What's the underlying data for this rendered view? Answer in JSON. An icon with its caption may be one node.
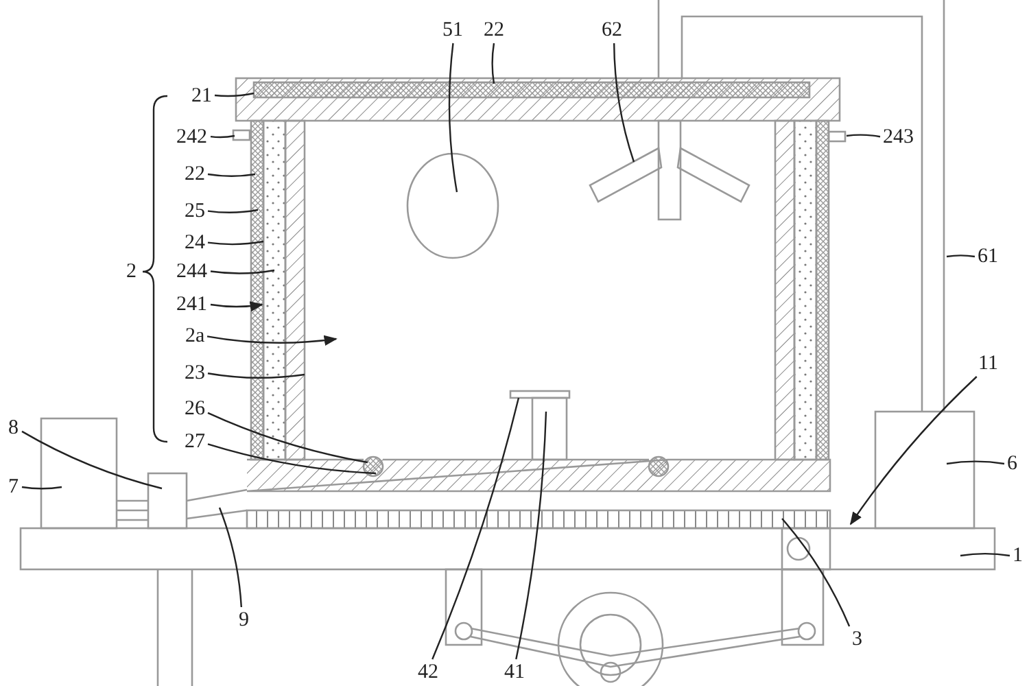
{
  "diagram": {
    "nodes": [
      {
        "text": [
          "51"
        ]
      },
      {
        "text": [
          "22"
        ]
      },
      {
        "text": [
          "62"
        ]
      },
      {
        "text": [
          "21"
        ]
      },
      {
        "text": [
          "242"
        ]
      },
      {
        "text": [
          "243"
        ]
      },
      {
        "text": [
          "22"
        ]
      },
      {
        "text": [
          "25"
        ]
      },
      {
        "text": [
          "24"
        ]
      },
      {
        "text": [
          "244"
        ]
      },
      {
        "text": [
          "241"
        ]
      },
      {
        "text": [
          "2a"
        ]
      },
      {
        "text": [
          "23"
        ]
      },
      {
        "text": [
          "26"
        ]
      },
      {
        "text": [
          "27"
        ]
      },
      {
        "text": [
          "8"
        ]
      },
      {
        "text": [
          "61"
        ]
      },
      {
        "text": [
          "7"
        ]
      },
      {
        "text": [
          "11"
        ]
      },
      {
        "text": [
          "6"
        ]
      },
      {
        "text": [
          "1"
        ]
      },
      {
        "text": [
          "9"
        ]
      },
      {
        "text": [
          "42"
        ]
      },
      {
        "text": [
          "41"
        ]
      },
      {
        "text": [
          "3"
        ]
      }
    ],
    "edges": [
      {
        "from": 0,
        "to": null,
        "arrow": "none"
      },
      {
        "from": 1,
        "to": null,
        "arrow": "none"
      },
      {
        "from": 2,
        "to": null,
        "arrow": "none"
      },
      {
        "from": 3,
        "to": null,
        "arrow": "none"
      },
      {
        "from": 4,
        "to": null,
        "arrow": "none"
      },
      {
        "from": 5,
        "to": null,
        "arrow": "none"
      },
      {
        "from": 6,
        "to": null,
        "arrow": "none"
      },
      {
        "from": 7,
        "to": null,
        "arrow": "none"
      },
      {
        "from": 8,
        "to": null,
        "arrow": "none"
      },
      {
        "from": 9,
        "to": null,
        "arrow": "none"
      },
      {
        "from": 10,
        "to": null,
        "arrow": "to"
      },
      {
        "from": 11,
        "to": null,
        "arrow": "to"
      },
      {
        "from": 12,
        "to": null,
        "arrow": "none"
      },
      {
        "from": 13,
        "to": null,
        "arrow": "none"
      },
      {
        "from": 14,
        "to": null,
        "arrow": "none"
      },
      {
        "from": 15,
        "to": null,
        "arrow": "none"
      },
      {
        "from": 16,
        "to": null,
        "arrow": "none"
      },
      {
        "from": 17,
        "to": null,
        "arrow": "none"
      },
      {
        "from": 18,
        "to": null,
        "arrow": "to"
      },
      {
        "from": 19,
        "to": null,
        "arrow": "none"
      },
      {
        "from": 20,
        "to": null,
        "arrow": "none"
      },
      {
        "from": 21,
        "to": null,
        "arrow": "none"
      },
      {
        "from": 22,
        "to": null,
        "arrow": "none"
      },
      {
        "from": 23,
        "to": null,
        "arrow": "none"
      },
      {
        "from": 24,
        "to": null,
        "arrow": "none"
      }
    ],
    "labels": [
      "2"
    ]
  }
}
